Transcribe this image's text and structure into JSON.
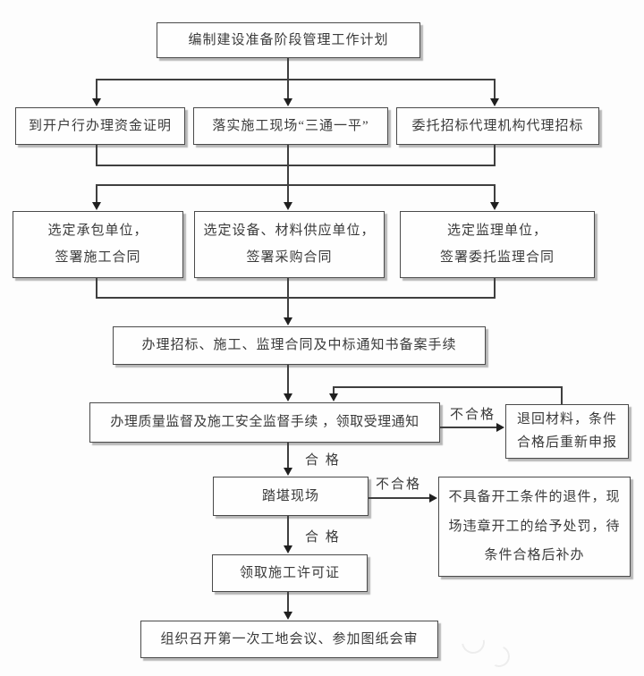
{
  "nodes": {
    "plan": {
      "label": "编制建设准备阶段管理工作计划"
    },
    "fund": {
      "label": "到开户行办理资金证明"
    },
    "site": {
      "label": "落实施工现场“三通一平”"
    },
    "agency": {
      "label": "委托招标代理机构代理招标"
    },
    "contractor": {
      "line1": "选定承包单位，",
      "line2": "签署施工合同"
    },
    "supplier": {
      "line1": "选定设备、材料供应单位，",
      "line2": "签署采购合同"
    },
    "supervisor": {
      "line1": "选定监理单位，",
      "line2": "签署委托监理合同"
    },
    "filing": {
      "label": "办理招标、施工、监理合同及中标通知书备案手续"
    },
    "quality": {
      "label": "办理质量监督及施工安全监督手续 ，领取受理通知"
    },
    "resubmit": {
      "line1": "退回材料，条件",
      "line2": "合格后重新申报"
    },
    "survey": {
      "label": "踏堪现场"
    },
    "penalty": {
      "line1": "不具备开工条件的退件，现",
      "line2": "场违章开工的给予处罚，待",
      "line3": "条件合格后补办"
    },
    "permit": {
      "label": "领取施工许可证"
    },
    "meeting": {
      "label": "组织召开第一次工地会议、参加图纸会审"
    }
  },
  "edge_labels": {
    "fail_quality": "不合格",
    "pass_quality": "合 格",
    "fail_survey": "不合格",
    "pass_survey": "合 格"
  },
  "colors": {
    "line": "#3f3f3f",
    "border": "#4a4a4a",
    "text": "#3a3a3a",
    "background": "#fdfdfd"
  }
}
